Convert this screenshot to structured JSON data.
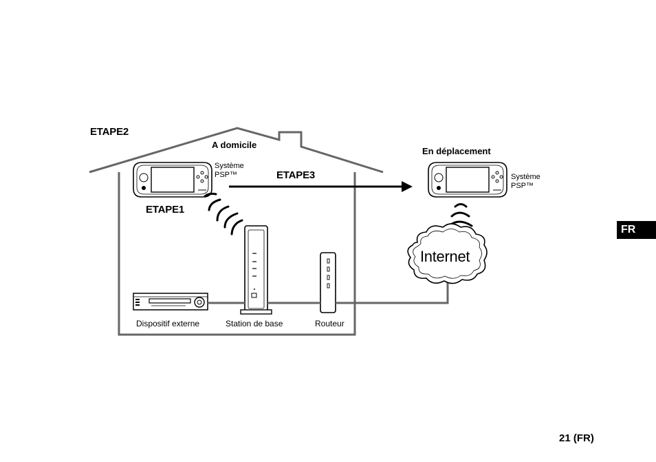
{
  "steps": {
    "step2": "ETAPE2",
    "step1": "ETAPE1",
    "step3": "ETAPE3"
  },
  "locations": {
    "home": "A domicile",
    "away": "En déplacement"
  },
  "devices": {
    "psp_home": {
      "line1": "Système",
      "line2": "PSP™"
    },
    "psp_away": {
      "line1": "Système",
      "line2": "PSP™"
    },
    "external_device": "Dispositif externe",
    "base_station": "Station de base",
    "router": "Routeur"
  },
  "cloud_label": "Internet",
  "language_tab": "FR",
  "page_number": "21 (FR)",
  "icons": [
    "psp-console-icon",
    "wifi-waves-icon",
    "vcr-icon",
    "base-station-icon",
    "router-icon",
    "cloud-icon",
    "arrow-right-icon"
  ]
}
